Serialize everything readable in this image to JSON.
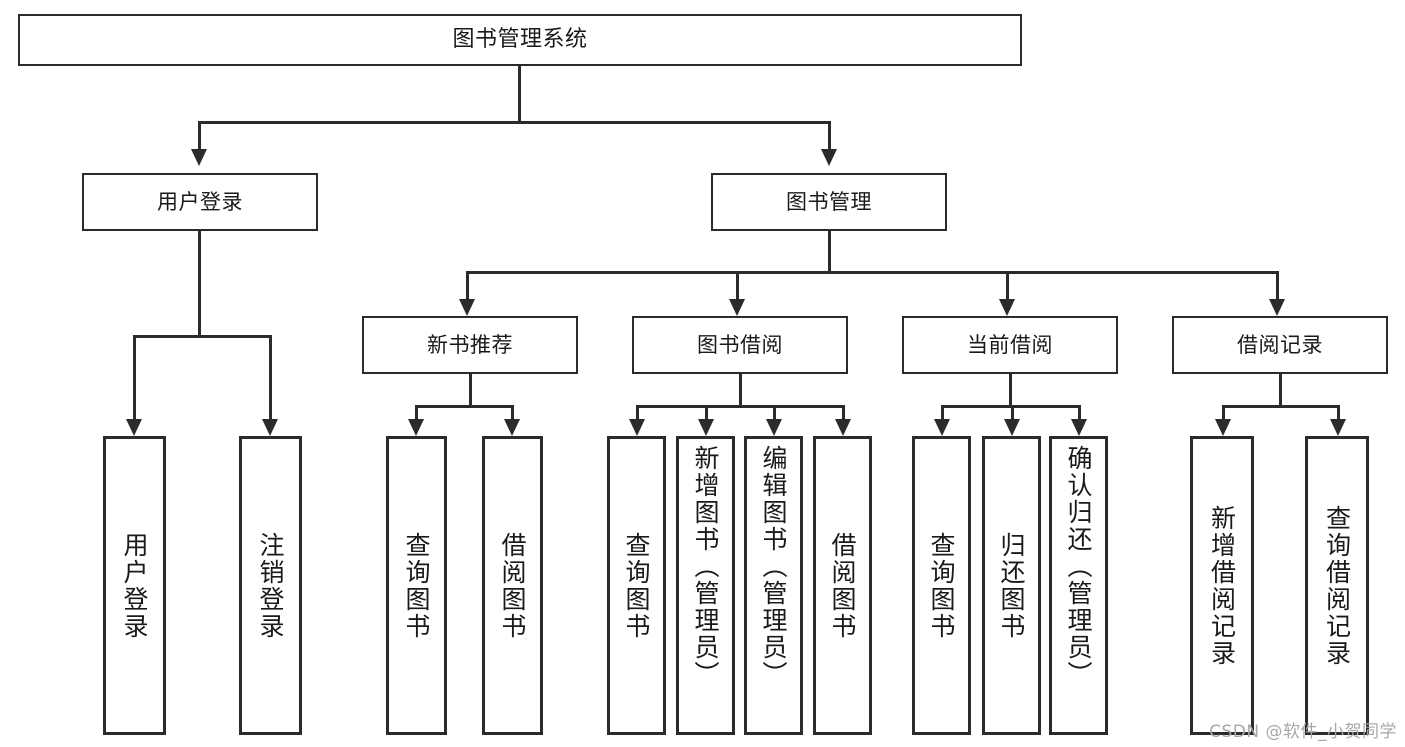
{
  "diagram": {
    "title": "图书管理系统",
    "type": "hierarchy-tree",
    "root": {
      "id": "root",
      "label": "图书管理系统"
    },
    "level2": [
      {
        "id": "user-login",
        "label": "用户登录"
      },
      {
        "id": "book-manage",
        "label": "图书管理"
      }
    ],
    "level3": [
      {
        "id": "new-book-rec",
        "label": "新书推荐"
      },
      {
        "id": "book-borrow",
        "label": "图书借阅"
      },
      {
        "id": "current-loan",
        "label": "当前借阅"
      },
      {
        "id": "loan-record",
        "label": "借阅记录"
      }
    ],
    "leaves": {
      "user_login": [
        {
          "id": "leaf-user-login",
          "label": "用户登录"
        },
        {
          "id": "leaf-user-logout",
          "label": "注销登录"
        }
      ],
      "new_book_rec": [
        {
          "id": "leaf-query-book-1",
          "label": "查询图书"
        },
        {
          "id": "leaf-borrow-book-1",
          "label": "借阅图书"
        }
      ],
      "book_borrow": [
        {
          "id": "leaf-query-book-2",
          "label": "查询图书"
        },
        {
          "id": "leaf-add-book",
          "label": "新增图书（管理员）"
        },
        {
          "id": "leaf-edit-book",
          "label": "编辑图书（管理员）"
        },
        {
          "id": "leaf-borrow-book-2",
          "label": "借阅图书"
        }
      ],
      "current_loan": [
        {
          "id": "leaf-query-book-3",
          "label": "查询图书"
        },
        {
          "id": "leaf-return-book",
          "label": "归还图书"
        },
        {
          "id": "leaf-confirm-return",
          "label": "确认归还（管理员）"
        }
      ],
      "loan_record": [
        {
          "id": "leaf-add-loan-record",
          "label": "新增借阅记录"
        },
        {
          "id": "leaf-query-loan-record",
          "label": "查询借阅记录"
        }
      ]
    }
  },
  "watermark": {
    "text": "CSDN @软件_小贺同学"
  },
  "colors": {
    "stroke": "#2b2b2b",
    "text": "#1a1a1a",
    "background": "#ffffff",
    "watermark": "#a8a8a8"
  }
}
